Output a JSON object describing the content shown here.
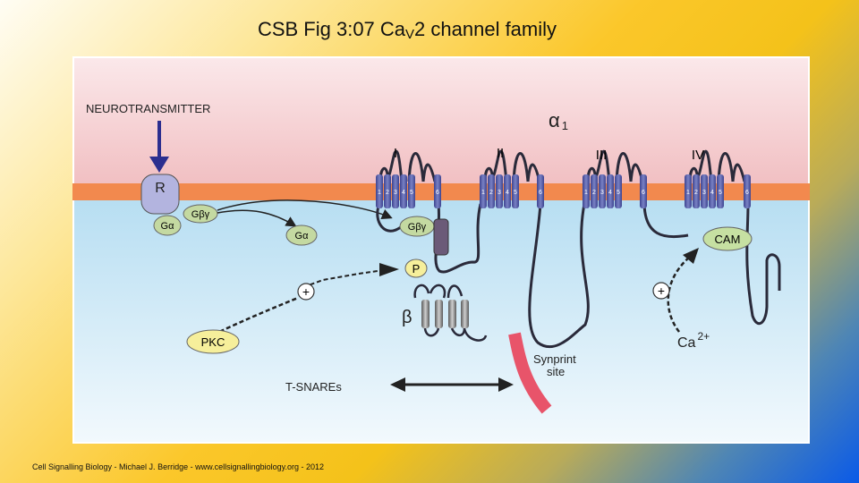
{
  "title": "CSB Fig 3:07 Ca",
  "title_full": "CSB Fig 3:07 CaV2 channel family",
  "footer": "Cell Signalling Biology - Michael J. Berridge - www.cellsignallingbiology.org - 2012",
  "diagram": {
    "neurotransmitter": "NEUROTRANSMITTER",
    "alpha1": "α",
    "alpha1_sub": "1",
    "receptor": "R",
    "g_alpha": "Gα",
    "g_beta_gamma": "Gβγ",
    "g_alpha_free": "Gα",
    "g_beta_gamma_bound": "Gβγ",
    "p": "P",
    "plus": "+",
    "beta": "β",
    "pkc": "PKC",
    "t_snares": "T-SNAREs",
    "synprint_line1": "Synprint",
    "synprint_line2": "site",
    "cam": "CAM",
    "ca": "Ca",
    "ca_charge": "2+",
    "domains": [
      "I",
      "II",
      "III",
      "IV"
    ],
    "segments": [
      "1",
      "2",
      "3",
      "4",
      "5",
      "6"
    ]
  },
  "colors": {
    "extracellular": "#f1c3c5",
    "intracellular": "#c9e6f4",
    "membrane": "#f2894e",
    "segment": "#5b63a8",
    "receptor": "#b3b4df",
    "g_protein": "#c4d9a1",
    "yellow_protein": "#f6ef9b",
    "cam": "#c6e0a2",
    "synprint": "#e8546a",
    "neurotransmitter_arrow": "#2b2e8f"
  }
}
